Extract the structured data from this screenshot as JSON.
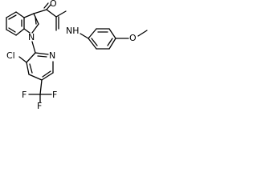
{
  "structure": {
    "atom_labels": {
      "carbonyl_oxygen": "O",
      "amide_nh": "NH",
      "ether_oxygen": "O",
      "indole_nitrogen": "N",
      "chlorine": "Cl",
      "pyridine_nitrogen": "N",
      "fluorine_1": "F",
      "fluorine_2": "F",
      "fluorine_3": "F"
    }
  }
}
